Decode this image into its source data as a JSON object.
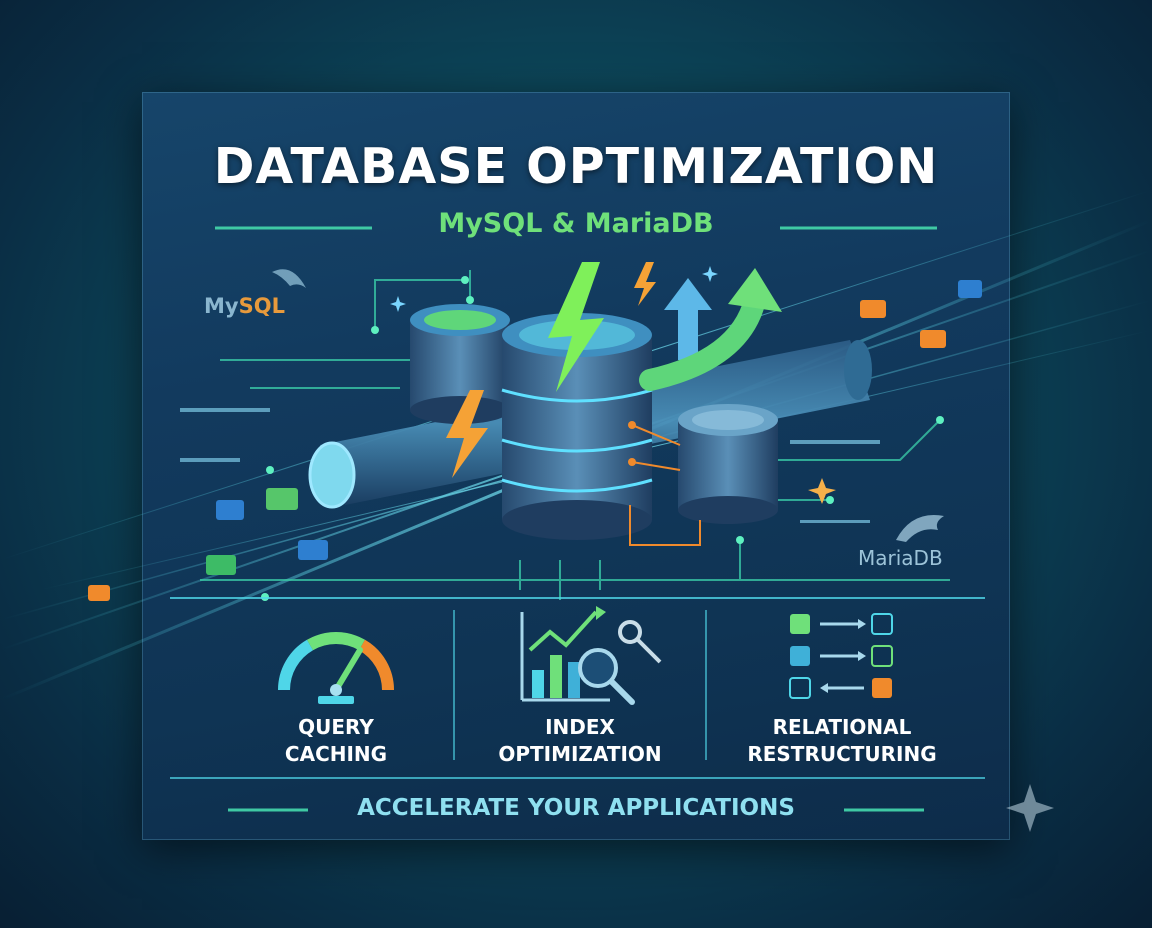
{
  "header": {
    "title": "DATABASE OPTIMIZATION",
    "subtitle": "MySQL & MariaDB"
  },
  "logos": {
    "mysql_prefix": "My",
    "mysql_suffix": "SQL",
    "mariadb": "MariaDB"
  },
  "features": [
    {
      "line1": "QUERY",
      "line2": "CACHING",
      "icon": "speedometer-icon"
    },
    {
      "line1": "INDEX",
      "line2": "OPTIMIZATION",
      "icon": "chart-magnifier-key-icon"
    },
    {
      "line1": "RELATIONAL",
      "line2": "RESTRUCTURING",
      "icon": "relational-grid-icon"
    }
  ],
  "tagline": "ACCELERATE YOUR APPLICATIONS",
  "colors": {
    "accent_green": "#6fe07a",
    "accent_cyan": "#4fd6e8",
    "accent_orange": "#f08a2c",
    "card_bg": "#123a5e"
  }
}
